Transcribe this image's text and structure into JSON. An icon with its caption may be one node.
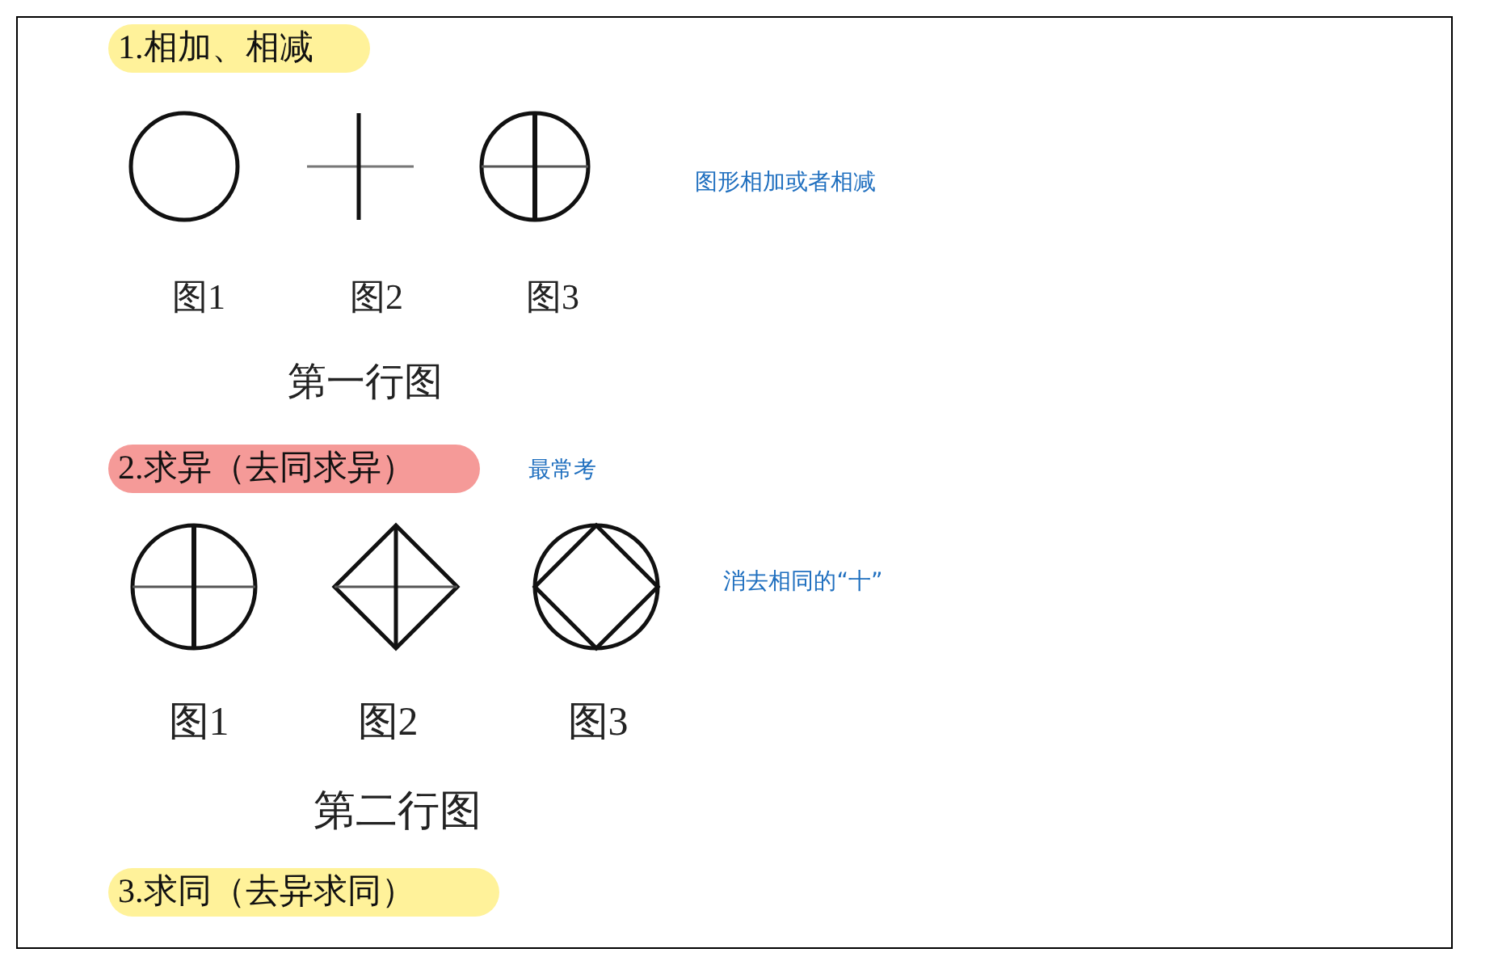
{
  "diagram": {
    "nodes": [
      {
        "text": [
          "1.相加、相减"
        ]
      },
      {
        "text": [
          "2.求异（去同求异）"
        ]
      },
      {
        "text": [
          "3.求同（去异求同）"
        ]
      }
    ],
    "labels": [
      "图形相加或者相减",
      "图1",
      "图2",
      "图3",
      "第一行图",
      "最常考",
      "消去相同的“十”",
      "图1",
      "图2",
      "图3",
      "第二行图"
    ]
  }
}
